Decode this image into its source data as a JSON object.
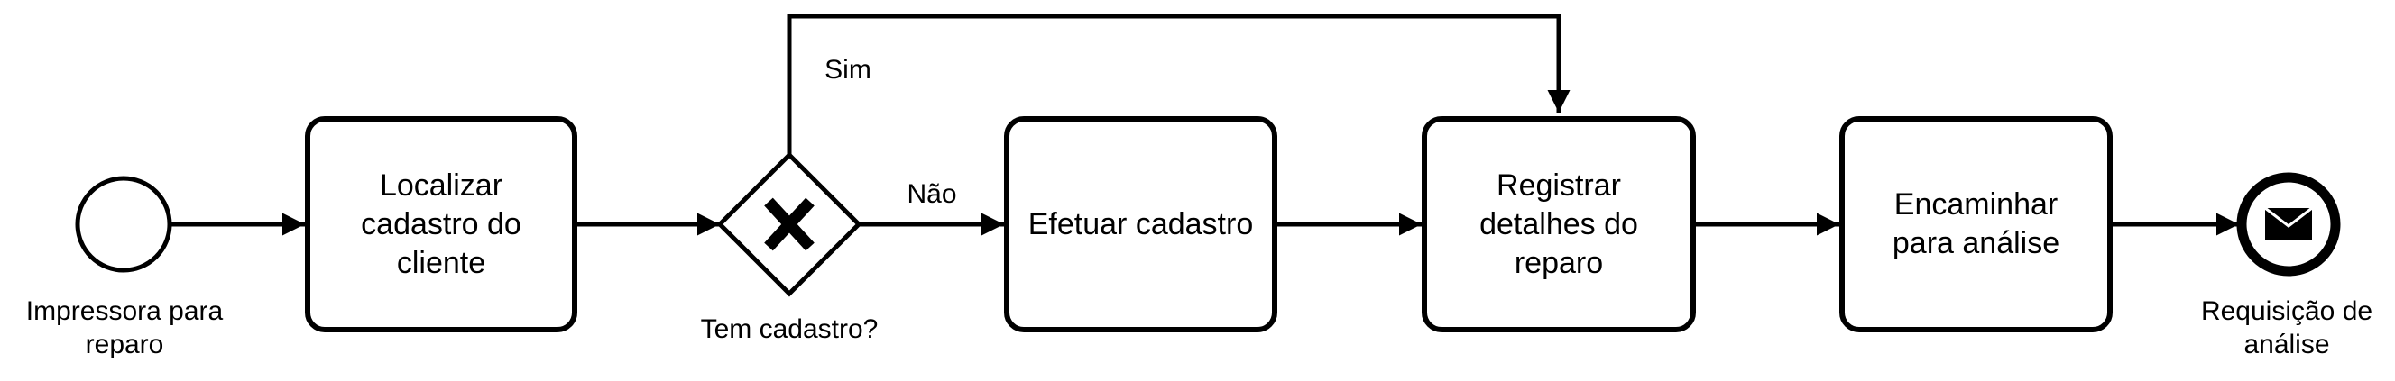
{
  "diagram": {
    "start_event": {
      "label": "Impressora para\nreparo"
    },
    "tasks": {
      "localizar": "Localizar\ncadastro do\ncliente",
      "efetuar": "Efetuar cadastro",
      "registrar": "Registrar\ndetalhes do\nreparo",
      "encaminhar": "Encaminhar\npara análise"
    },
    "gateway": {
      "marker": "X",
      "label": "Tem cadastro?",
      "yes_label": "Sim",
      "no_label": "Não"
    },
    "end_event": {
      "label": "Requisição de\nanálise",
      "icon": "envelope-icon"
    }
  }
}
